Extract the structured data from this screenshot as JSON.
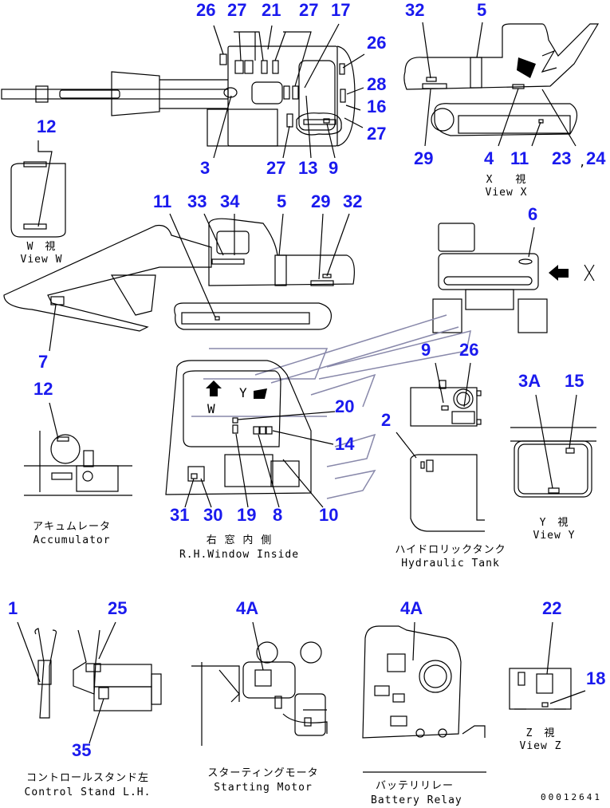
{
  "drawing_code": "00012641",
  "views": {
    "top": {
      "labels": [
        "26",
        "27",
        "21",
        "27",
        "17",
        "26",
        "28",
        "16",
        "27",
        "9",
        "13",
        "27",
        "3"
      ]
    },
    "view_w": {
      "labels": [
        "12"
      ],
      "caption_jp": "W　視",
      "caption_en": "View W"
    },
    "view_x": {
      "labels": [
        "32",
        "5",
        "29",
        "4",
        "11",
        "23",
        "24"
      ],
      "caption_jp": "X　　視",
      "caption_en": "View X",
      "comma": ","
    },
    "side": {
      "labels": [
        "11",
        "33",
        "34",
        "5",
        "29",
        "32",
        "7"
      ]
    },
    "front": {
      "labels": [
        "6"
      ],
      "arrow_letter": "X"
    },
    "window": {
      "labels": [
        "20",
        "14",
        "31",
        "30",
        "19",
        "8",
        "10"
      ],
      "letters": [
        "W",
        "Y"
      ],
      "caption_jp": "右 窓 内 側",
      "caption_en": "R.H.Window Inside"
    },
    "accumulator": {
      "labels": [
        "12"
      ],
      "caption_jp": "アキュムレータ",
      "caption_en": "Accumulator"
    },
    "hydraulic_tank": {
      "labels": [
        "9",
        "26",
        "2"
      ],
      "caption_jp": "ハイドロリックタンク",
      "caption_en": "Hydraulic Tank"
    },
    "view_y": {
      "labels": [
        "3A",
        "15"
      ],
      "caption_jp": "Y　視",
      "caption_en": "View Y"
    },
    "control_stand": {
      "labels": [
        "1",
        "25",
        "35"
      ],
      "caption_jp": "コントロールスタンド左",
      "caption_en": "Control Stand L.H."
    },
    "starting_motor": {
      "labels": [
        "4A"
      ],
      "caption_jp": "スターティングモータ",
      "caption_en": "Starting Motor"
    },
    "battery_relay": {
      "labels": [
        "4A"
      ],
      "caption_jp": "バッテリリレー",
      "caption_en": "Battery Relay"
    },
    "view_z": {
      "labels": [
        "22",
        "18"
      ],
      "caption_jp": "Z　視",
      "caption_en": "View Z"
    }
  },
  "colors": {
    "callout": "#1a1aee",
    "line": "#000000",
    "ghost": "#8888aa"
  }
}
